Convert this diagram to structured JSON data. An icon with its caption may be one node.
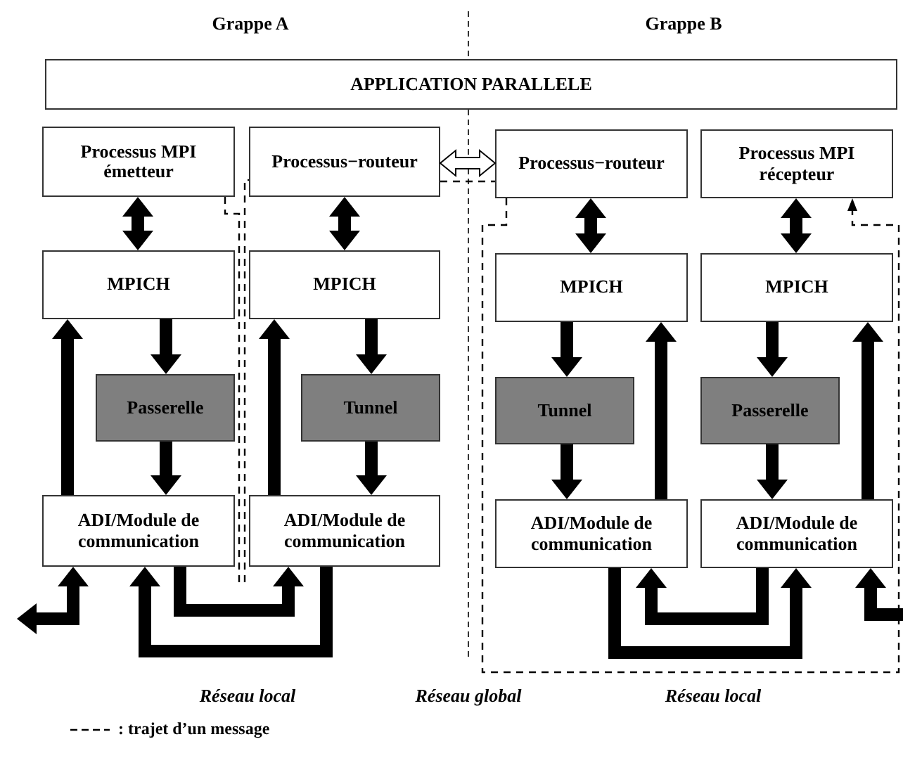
{
  "diagram": {
    "nodes": [
      {
        "text": [
          "APPLICATION PARALLELE"
        ]
      },
      {
        "text": [
          "Processus MPI émetteur"
        ]
      },
      {
        "text": [
          "Processus−routeur"
        ]
      },
      {
        "text": [
          "Processus−routeur"
        ]
      },
      {
        "text": [
          "Processus MPI récepteur"
        ]
      },
      {
        "text": [
          "MPICH"
        ]
      },
      {
        "text": [
          "MPICH"
        ]
      },
      {
        "text": [
          "MPICH"
        ]
      },
      {
        "text": [
          "MPICH"
        ]
      },
      {
        "text": [
          "Passerelle"
        ]
      },
      {
        "text": [
          "Tunnel"
        ]
      },
      {
        "text": [
          "Tunnel"
        ]
      },
      {
        "text": [
          "Passerelle"
        ]
      },
      {
        "text": [
          "ADI/Module de communication"
        ]
      },
      {
        "text": [
          "ADI/Module de communication"
        ]
      },
      {
        "text": [
          "ADI/Module de communication"
        ]
      },
      {
        "text": [
          "ADI/Module de communication"
        ]
      }
    ],
    "edges": [
      {
        "from": 1,
        "to": 5,
        "arrow": "both"
      },
      {
        "from": 2,
        "to": 6,
        "arrow": "both"
      },
      {
        "from": 3,
        "to": 7,
        "arrow": "both"
      },
      {
        "from": 4,
        "to": 8,
        "arrow": "both"
      },
      {
        "from": 5,
        "to": 9,
        "arrow": "to"
      },
      {
        "from": 6,
        "to": 10,
        "arrow": "to"
      },
      {
        "from": 7,
        "to": 11,
        "arrow": "to"
      },
      {
        "from": 8,
        "to": 12,
        "arrow": "to"
      },
      {
        "from": 9,
        "to": 13,
        "arrow": "to"
      },
      {
        "from": 10,
        "to": 14,
        "arrow": "to"
      },
      {
        "from": 11,
        "to": 15,
        "arrow": "to"
      },
      {
        "from": 12,
        "to": 16,
        "arrow": "to"
      },
      {
        "from": 13,
        "to": 5,
        "arrow": "to"
      },
      {
        "from": 14,
        "to": 6,
        "arrow": "to"
      },
      {
        "from": 15,
        "to": 7,
        "arrow": "to"
      },
      {
        "from": 16,
        "to": 8,
        "arrow": "to"
      },
      {
        "from": 13,
        "to": 14,
        "arrow": "to"
      },
      {
        "from": 14,
        "to": 13,
        "arrow": "to"
      },
      {
        "from": 15,
        "to": 16,
        "arrow": "to"
      },
      {
        "from": 16,
        "to": 15,
        "arrow": "to"
      },
      {
        "from": null,
        "to": 13,
        "arrow": "both"
      },
      {
        "from": null,
        "to": 16,
        "arrow": "to"
      },
      {
        "from": 2,
        "to": 3,
        "arrow": "both"
      },
      {
        "from": 1,
        "to": 2,
        "arrow": "none",
        "style": "dashed"
      },
      {
        "from": 2,
        "to": 3,
        "arrow": "none",
        "style": "dashed"
      },
      {
        "from": 3,
        "to": 4,
        "arrow": "to",
        "style": "dashed"
      }
    ],
    "labels": [
      "Grappe A",
      "Grappe B",
      "Réseau local",
      "Réseau global",
      "Réseau local"
    ],
    "legend": [
      {
        "text": ": trajet d’un message"
      }
    ]
  }
}
